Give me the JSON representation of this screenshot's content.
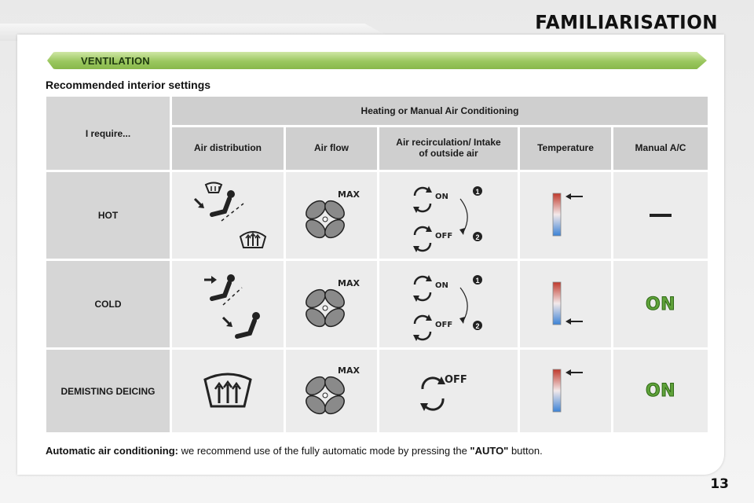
{
  "header": {
    "title": "FAMILIARISATION"
  },
  "section": {
    "title": "VENTILATION"
  },
  "subtitle": "Recommended interior settings",
  "table": {
    "row_header": "I require...",
    "group_header": "Heating or Manual Air Conditioning",
    "columns": [
      "Air distribution",
      "Air flow",
      "Air recirculation/ Intake of outside air",
      "Temperature",
      "Manual A/C"
    ],
    "rows": [
      {
        "label": "HOT",
        "fan_label": "MAX",
        "recirc": {
          "on": "ON",
          "off": "OFF",
          "step1": "1",
          "step2": "2"
        },
        "ac_value": ""
      },
      {
        "label": "COLD",
        "fan_label": "MAX",
        "recirc": {
          "on": "ON",
          "off": "OFF",
          "step1": "1",
          "step2": "2"
        },
        "ac_value": "ON"
      },
      {
        "label": "DEMISTING DEICING",
        "fan_label": "MAX",
        "recirc": {
          "off": "OFF"
        },
        "ac_value": "ON"
      }
    ]
  },
  "footnote": {
    "label": "Automatic air conditioning:",
    "text_before": " we recommend use of the fully automatic mode by pressing the ",
    "button_name": "\"AUTO\"",
    "text_after": " button."
  },
  "page_number": "13",
  "colors": {
    "accent_green": "#8fbf52",
    "on_green": "#5fa23a",
    "hot_red": "#c0392b",
    "cold_blue": "#3b82d6"
  }
}
